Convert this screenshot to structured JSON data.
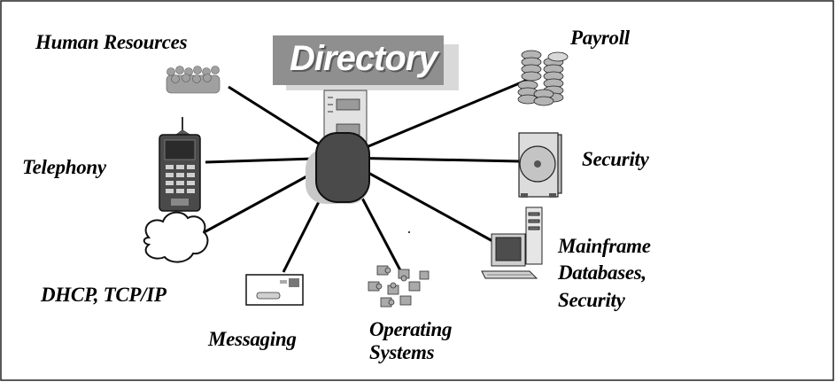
{
  "hub": {
    "title": "Directory"
  },
  "nodes": {
    "human_resources": {
      "label": "Human Resources",
      "icon": "people-group-icon"
    },
    "payroll": {
      "label": "Payroll",
      "icon": "coin-stacks-icon"
    },
    "telephony": {
      "label": "Telephony",
      "icon": "mobile-phone-icon"
    },
    "security": {
      "label": "Security",
      "icon": "safe-icon"
    },
    "dhcp": {
      "label": "DHCP, TCP/IP",
      "icon": "cloud-icon"
    },
    "mainframe": {
      "lines": [
        "Mainframe",
        "Databases,",
        "Security"
      ],
      "icon": "desktop-computer-icon"
    },
    "messaging": {
      "label": "Messaging",
      "icon": "envelope-icon"
    },
    "operating_systems": {
      "lines": [
        "Operating",
        "Systems"
      ],
      "icon": "puzzle-pieces-icon"
    }
  },
  "colors": {
    "line": "#000000",
    "hub_dark": "#4a4a4a",
    "hub_light": "#c8c8c8",
    "banner_back": "#d9d9d9",
    "banner_front": "#8f8f8f",
    "icon_gray": "#9a9a9a"
  }
}
